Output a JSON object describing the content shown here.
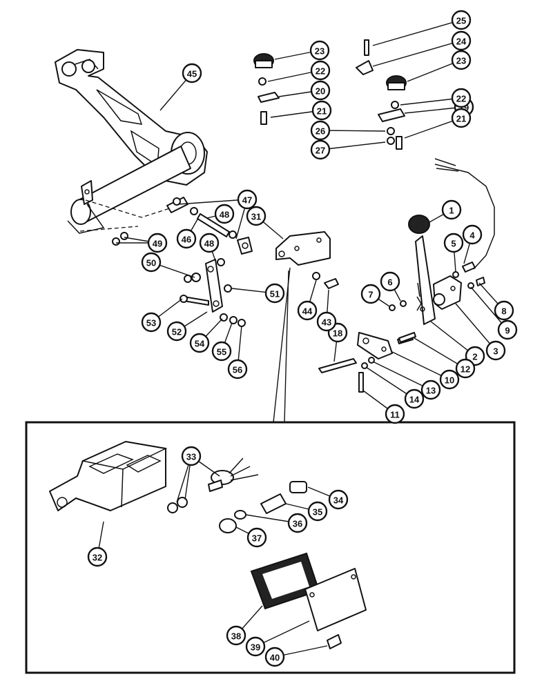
{
  "callouts": [
    {
      "label": "1"
    },
    {
      "label": "2"
    },
    {
      "label": "3"
    },
    {
      "label": "4"
    },
    {
      "label": "5"
    },
    {
      "label": "6"
    },
    {
      "label": "7"
    },
    {
      "label": "8"
    },
    {
      "label": "9"
    },
    {
      "label": "10"
    },
    {
      "label": "11"
    },
    {
      "label": "12"
    },
    {
      "label": "13"
    },
    {
      "label": "14"
    },
    {
      "label": "18"
    },
    {
      "label": "19"
    },
    {
      "label": "20"
    },
    {
      "label": "21"
    },
    {
      "label": "21"
    },
    {
      "label": "22"
    },
    {
      "label": "22"
    },
    {
      "label": "23"
    },
    {
      "label": "23"
    },
    {
      "label": "24"
    },
    {
      "label": "25"
    },
    {
      "label": "26"
    },
    {
      "label": "27"
    },
    {
      "label": "31"
    },
    {
      "label": "32"
    },
    {
      "label": "33"
    },
    {
      "label": "34"
    },
    {
      "label": "35"
    },
    {
      "label": "36"
    },
    {
      "label": "37"
    },
    {
      "label": "38"
    },
    {
      "label": "39"
    },
    {
      "label": "40"
    },
    {
      "label": "43"
    },
    {
      "label": "44"
    },
    {
      "label": "45"
    },
    {
      "label": "46"
    },
    {
      "label": "47"
    },
    {
      "label": "48"
    },
    {
      "label": "48"
    },
    {
      "label": "49"
    },
    {
      "label": "50"
    },
    {
      "label": "51"
    },
    {
      "label": "52"
    },
    {
      "label": "53"
    },
    {
      "label": "54"
    },
    {
      "label": "55"
    },
    {
      "label": "56"
    }
  ]
}
